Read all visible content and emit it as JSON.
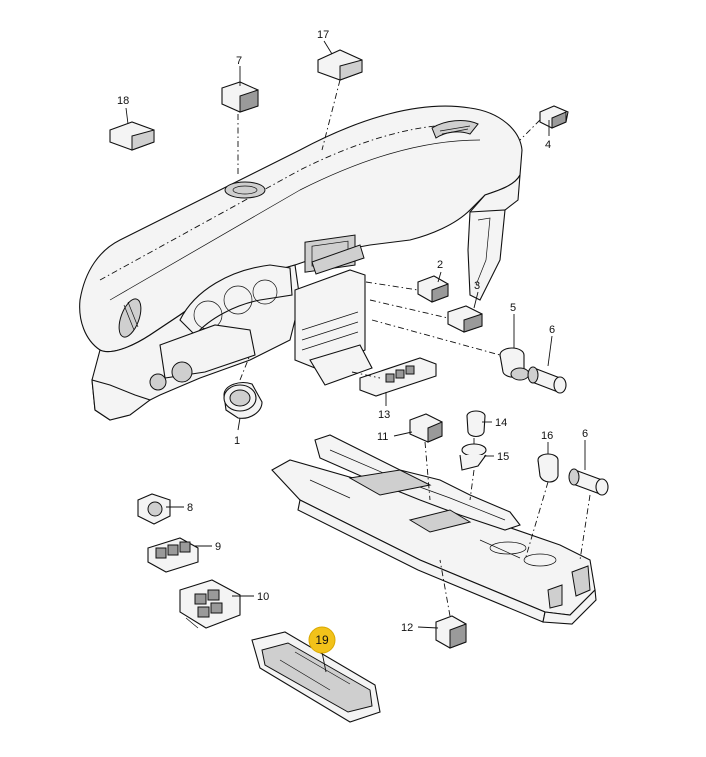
{
  "callouts": {
    "c1": "1",
    "c2": "2",
    "c3": "3",
    "c4": "4",
    "c5": "5",
    "c6a": "6",
    "c6b": "6",
    "c7": "7",
    "c8": "8",
    "c9": "9",
    "c10": "10",
    "c11": "11",
    "c12": "12",
    "c13": "13",
    "c14": "14",
    "c15": "15",
    "c16": "16",
    "c17": "17",
    "c18": "18",
    "c19": "19"
  },
  "highlight": {
    "callout": "19",
    "color": "#f2c21a"
  },
  "colors": {
    "line": "#111111",
    "part_fill": "#f4f4f4",
    "shade": "#9a9a9a"
  }
}
